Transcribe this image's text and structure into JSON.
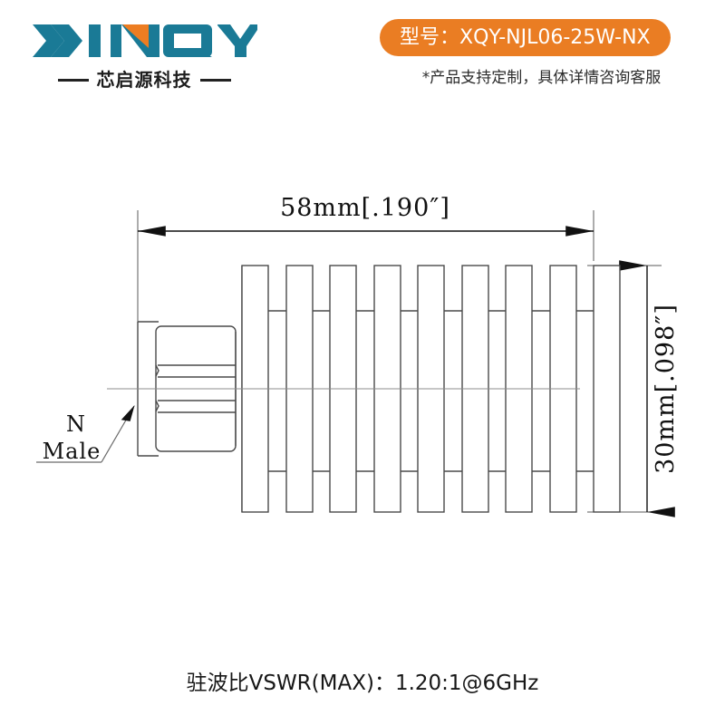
{
  "header": {
    "brand": {
      "logo_text": "XINQY",
      "logo_color": "#1a7a96",
      "logo_accent_color": "#ed7d22",
      "company_cn": "芯启源科技"
    },
    "model_badge": {
      "label": "型号：",
      "value": "XQY-NJL06-25W-NX",
      "full_text": "型号：XQY-NJL06-25W-NX",
      "background_color": "#ea7d23",
      "text_color": "#ffffff"
    },
    "customization_note": "*产品支持定制，具体详情咨询客服"
  },
  "drawing": {
    "title": "N Male RF coaxial load technical outline drawing",
    "dimensions": {
      "length": {
        "text": "58mm[.190″]",
        "mm": 58,
        "inch": ".190",
        "orientation": "horizontal"
      },
      "height": {
        "text": "30mm[.098″]",
        "mm": 30,
        "inch": ".098",
        "orientation": "vertical"
      }
    },
    "callouts": [
      {
        "line1": "N",
        "line2": "Male",
        "text": "N Male"
      }
    ],
    "heatsink": {
      "fin_count": 9,
      "line_color": "#4a4a4a"
    }
  },
  "footer": {
    "spec_text": "驻波比VSWR(MAX)：1.20:1@6GHz",
    "spec_label": "驻波比VSWR(MAX)",
    "spec_value": "1.20:1@6GHz"
  }
}
